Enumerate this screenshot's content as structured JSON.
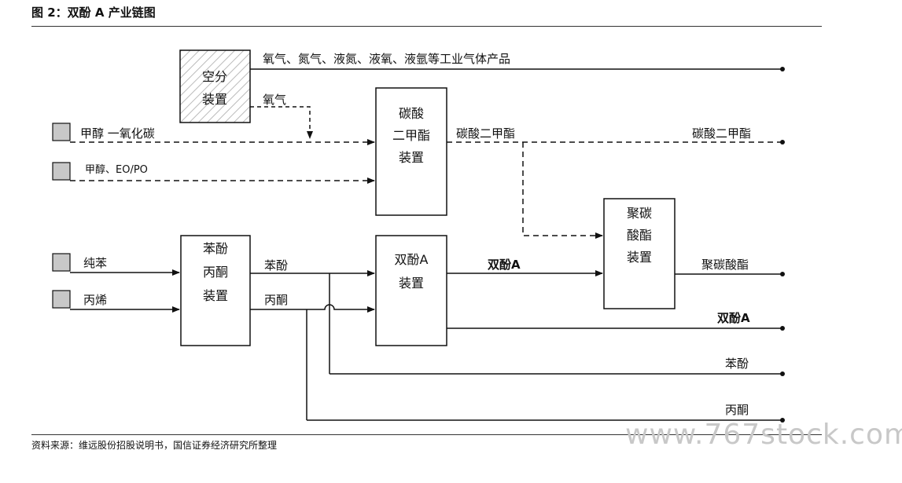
{
  "figure": {
    "title": "图 2：双酚 A 产业链图",
    "source": "资料来源：维远股份招股说明书，国信证券经济研究所整理",
    "watermark": "www.767stock.com"
  },
  "boxes": {
    "air_sep": [
      "空分",
      "装置"
    ],
    "dmc": [
      "碳酸",
      "二甲酯",
      "装置"
    ],
    "phenol_acetone": [
      "苯酚",
      "丙酮",
      "装置"
    ],
    "bpa": [
      "双酚A",
      "装置"
    ],
    "pc": [
      "聚碳",
      "酸酯",
      "装置"
    ]
  },
  "inputs": {
    "methanol_co": "甲醇 一氧化碳",
    "methanol_eo_po": "甲醇、EO/PO",
    "benzene": "纯苯",
    "propylene": "丙烯"
  },
  "flows": {
    "industrial_gases": "氧气、氮气、液氮、液氧、液氩等工业气体产品",
    "oxygen": "氧气",
    "dmc_mid": "碳酸二甲酯",
    "dmc_out": "碳酸二甲酯",
    "phenol_mid": "苯酚",
    "acetone_mid": "丙酮",
    "bpa_mid": "双酚A",
    "pc_out": "聚碳酸酯",
    "bpa_out": "双酚A",
    "phenol_out": "苯酚",
    "acetone_out": "丙酮"
  }
}
